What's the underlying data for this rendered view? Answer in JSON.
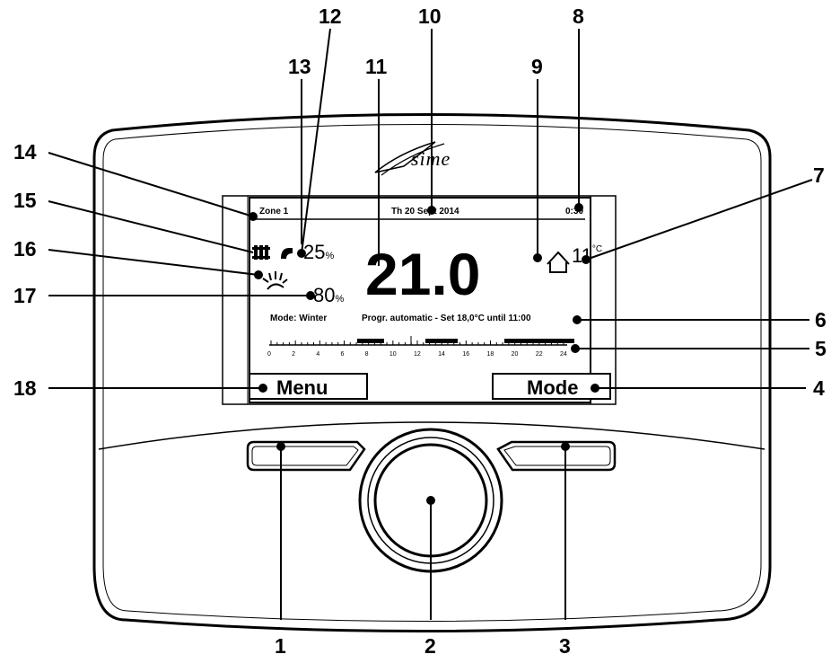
{
  "brand": {
    "logo_text": "sime"
  },
  "screen": {
    "zone": "Zone 1",
    "date": "Th 20 Sept 2014",
    "time": "0:30",
    "room_temp": "21.0",
    "outdoor_temp": "11",
    "outdoor_unit": "°C",
    "dhw_percent": "25",
    "humidity_percent": "80",
    "percent_sign": "%",
    "mode_text": "Mode: Winter",
    "program_text": "Progr. automatic - Set 18,0°C until 11:00",
    "timeline_ticks": [
      "0",
      "2",
      "4",
      "6",
      "8",
      "10",
      "12",
      "14",
      "16",
      "18",
      "20",
      "22",
      "24"
    ]
  },
  "softkeys": {
    "left": "Menu",
    "right": "Mode"
  },
  "callouts": [
    "1",
    "2",
    "3",
    "4",
    "5",
    "6",
    "7",
    "8",
    "9",
    "10",
    "11",
    "12",
    "13",
    "14",
    "15",
    "16",
    "17",
    "18"
  ]
}
